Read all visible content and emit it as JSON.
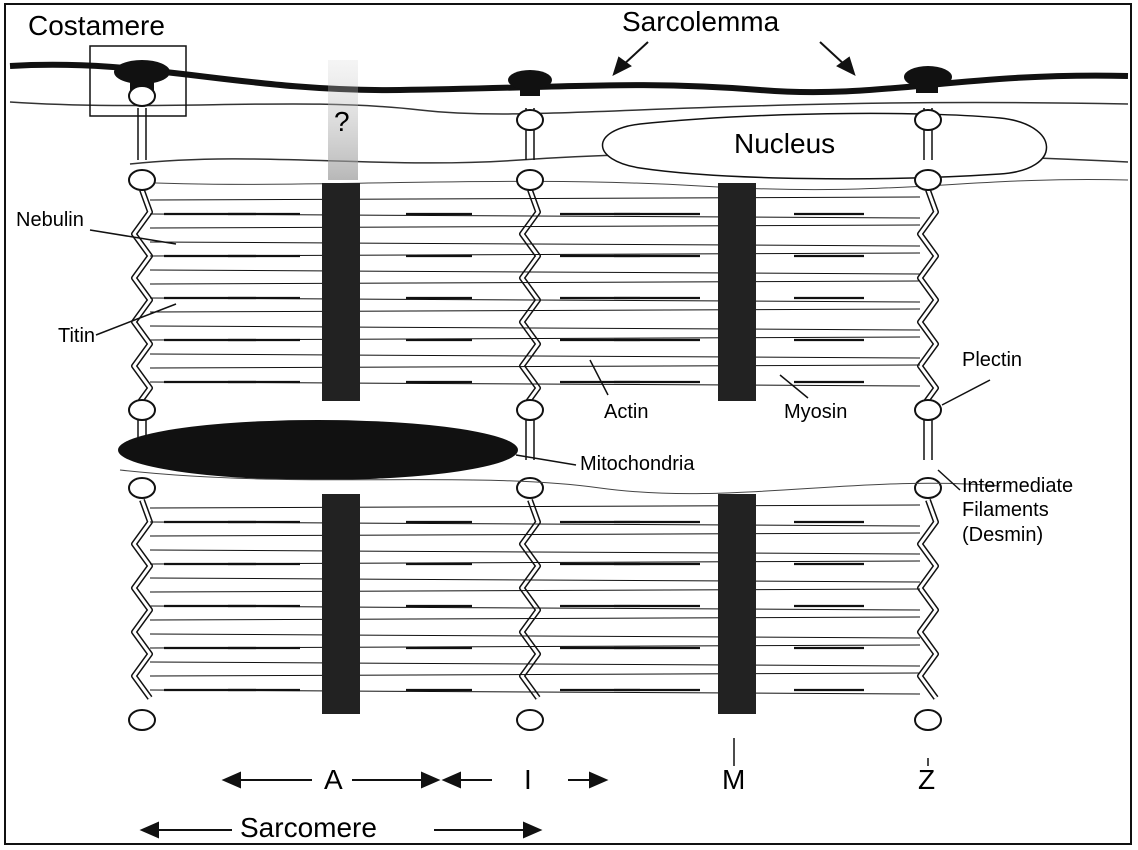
{
  "labels": {
    "costamere": "Costamere",
    "sarcolemma": "Sarcolemma",
    "nucleus": "Nucleus",
    "question": "?",
    "nebulin": "Nebulin",
    "titin": "Titin",
    "plectin": "Plectin",
    "actin": "Actin",
    "myosin": "Myosin",
    "mitochondria": "Mitochondria",
    "intermediate_filaments": "Intermediate\nFilaments\n(Desmin)",
    "band_a": "A",
    "band_i": "I",
    "band_m": "M",
    "band_z": "Z",
    "sarcomere": "Sarcomere"
  },
  "colors": {
    "ink": "#111111",
    "band_fill": "#222222",
    "background": "#ffffff"
  }
}
